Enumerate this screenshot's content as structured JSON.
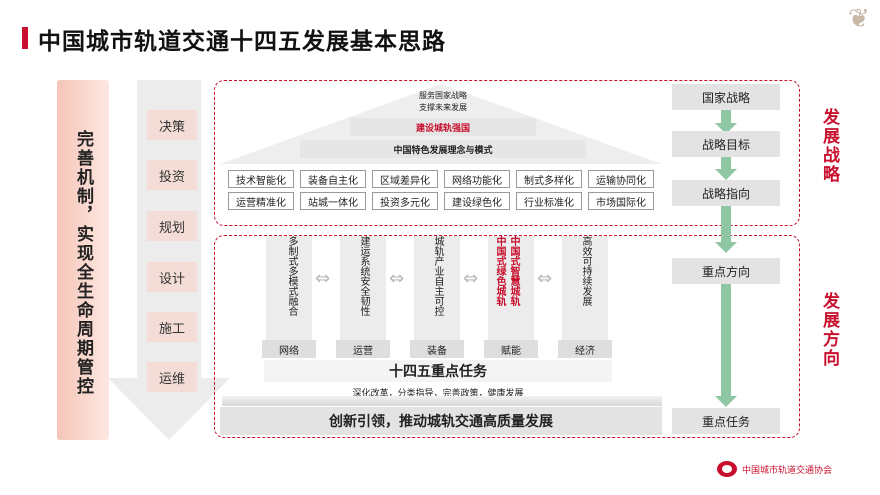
{
  "title": "中国城市轨道交通十四五发展基本思路",
  "left_arrow_text": "完善机制，实现全生命周期管控",
  "process_items": [
    "决策",
    "投资",
    "规划",
    "设计",
    "施工",
    "运维"
  ],
  "roof": {
    "line1": "服务国家战略",
    "line2": "支撑未来发展",
    "band1": "建设城轨强国",
    "band2": "中国特色发展理念与模式"
  },
  "tags_row1": [
    "技术智能化",
    "装备自主化",
    "区域差异化",
    "网络功能化",
    "制式多样化",
    "运输协同化"
  ],
  "tags_row2": [
    "运营精准化",
    "站城一体化",
    "投资多元化",
    "建设绿色化",
    "行业标准化",
    "市场国际化"
  ],
  "pillars": [
    {
      "text": "多制式多模式融合",
      "base": "网络",
      "red": false
    },
    {
      "text": "建运系统安全韧性",
      "base": "运营",
      "red": false
    },
    {
      "text": "城轨产业自主可控",
      "base": "装备",
      "red": false
    },
    {
      "text": "中国式智慧城轨",
      "text2": "中国式绿色城轨",
      "base": "赋能",
      "red": true
    },
    {
      "text": "高效可持续发展",
      "base": "经济",
      "red": false
    }
  ],
  "task_bar": "十四五重点任务",
  "sub_text": "深化改革，分类指导，完善政策，健康发展",
  "foundation": "创新引领，推动城轨交通高质量发展",
  "right_column": {
    "strategy": [
      "国家战略",
      "战略目标",
      "战略指向"
    ],
    "direction": "重点方向",
    "task": "重点任务"
  },
  "region_labels": {
    "top": "发展战略",
    "bottom": "发展方向"
  },
  "logo_text": "中国城市轨道交通协会",
  "colors": {
    "accent": "#c8102e",
    "green": "#8fc7a5",
    "pink": "#f4ddd6"
  }
}
